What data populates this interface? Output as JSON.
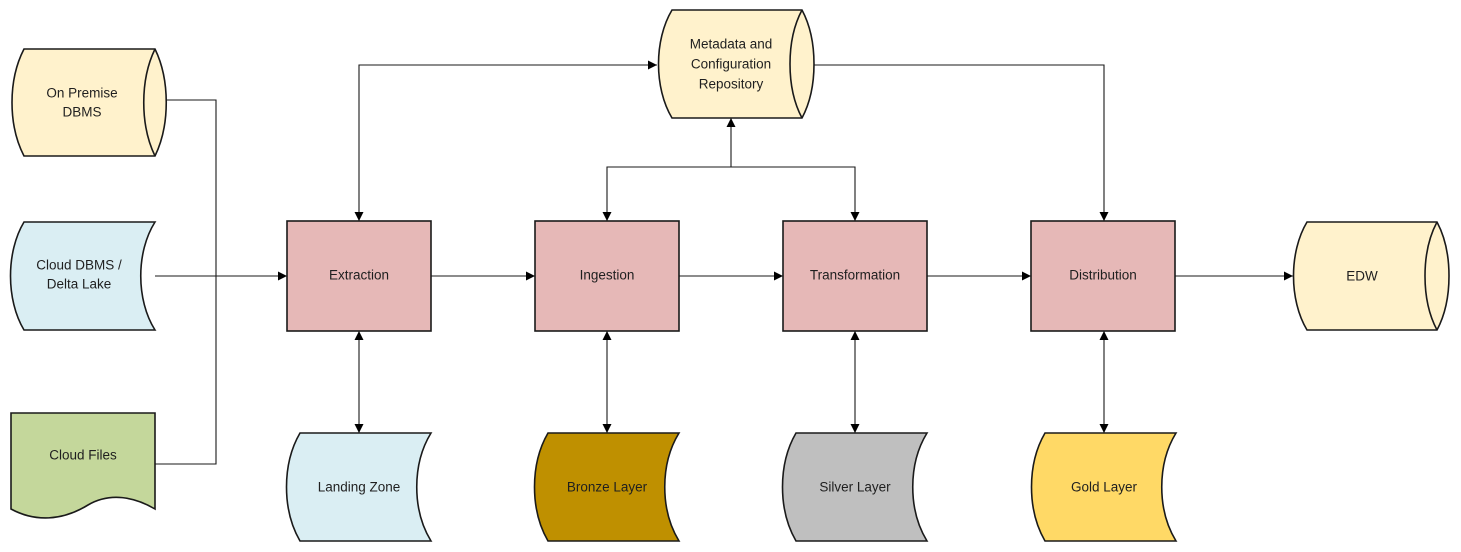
{
  "diagram": {
    "title": "",
    "colors": {
      "database_fill": "#FFF2CC",
      "cloud_fill": "#DAEEF3",
      "files_fill": "#C4D79B",
      "process_fill": "#E6B8B7",
      "landing_fill": "#DAEEF3",
      "bronze_fill": "#BF9000",
      "silver_fill": "#BFBFBF",
      "gold_fill": "#FFD966",
      "stroke": "#1a1a1a"
    },
    "sources": {
      "on_premise": [
        "On Premise",
        "DBMS"
      ],
      "cloud_dbms": [
        "Cloud DBMS /",
        "Delta Lake"
      ],
      "cloud_files": [
        "Cloud Files"
      ]
    },
    "metadata": [
      "Metadata  and",
      "Configuration",
      "Repository"
    ],
    "processes": {
      "extraction": "Extraction",
      "ingestion": "Ingestion",
      "transformation": "Transformation",
      "distribution": "Distribution"
    },
    "storage": {
      "landing": "Landing Zone",
      "bronze": "Bronze Layer",
      "silver": "Silver Layer",
      "gold": "Gold Layer"
    },
    "target": "EDW"
  }
}
